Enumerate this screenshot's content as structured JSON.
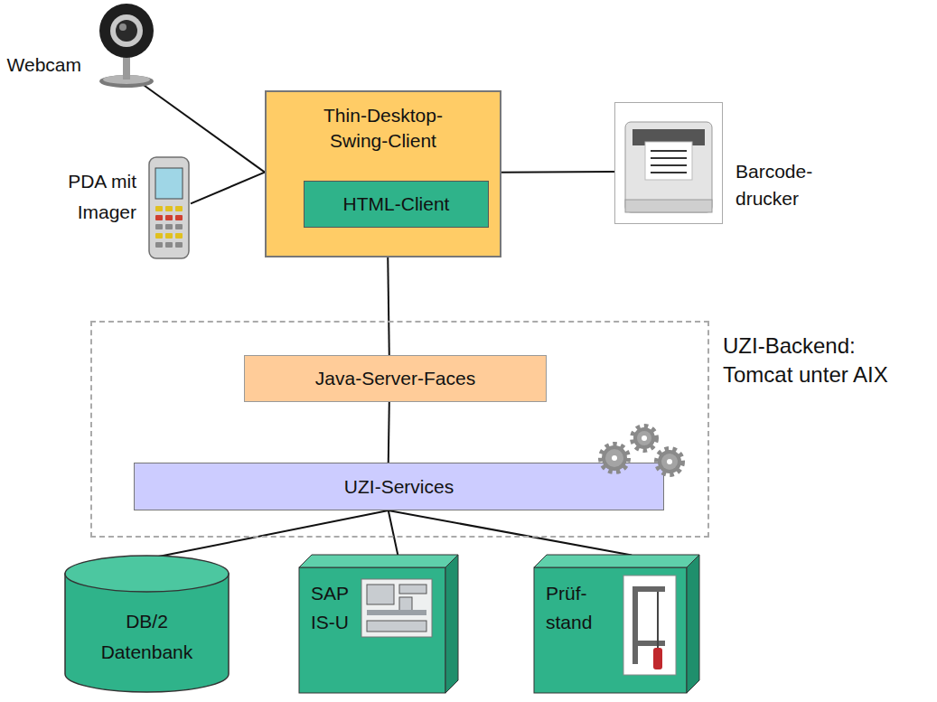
{
  "diagram": {
    "nodes": [
      {
        "text": [
          "Webcam"
        ]
      },
      {
        "text": [
          "PDA mit Imager"
        ]
      },
      {
        "text": [
          "Thin-Desktop- Swing-Client"
        ]
      },
      {
        "text": [
          "HTML-Client"
        ],
        "in": 2
      },
      {
        "text": [
          "Barcode- drucker"
        ]
      },
      {
        "text": [
          "UZI-Backend: Tomcat unter AIX"
        ]
      },
      {
        "text": [
          "Java-Server-Faces"
        ],
        "in": 5
      },
      {
        "text": [
          "UZI-Services"
        ],
        "in": 5
      },
      {
        "text": [
          "DB/2 Datenbank"
        ]
      },
      {
        "text": [
          "SAP IS-U"
        ]
      },
      {
        "text": [
          "Prüf- stand"
        ]
      }
    ],
    "edges": [
      {
        "from": 0,
        "to": 2,
        "arrow": "none"
      },
      {
        "from": 1,
        "to": 2,
        "arrow": "none"
      },
      {
        "from": 2,
        "to": 4,
        "arrow": "none"
      },
      {
        "from": 2,
        "to": 6,
        "arrow": "none"
      },
      {
        "from": 6,
        "to": 7,
        "arrow": "none"
      },
      {
        "from": 7,
        "to": 8,
        "arrow": "none"
      },
      {
        "from": 7,
        "to": 9,
        "arrow": "none"
      },
      {
        "from": 7,
        "to": 10,
        "arrow": "none"
      }
    ]
  }
}
